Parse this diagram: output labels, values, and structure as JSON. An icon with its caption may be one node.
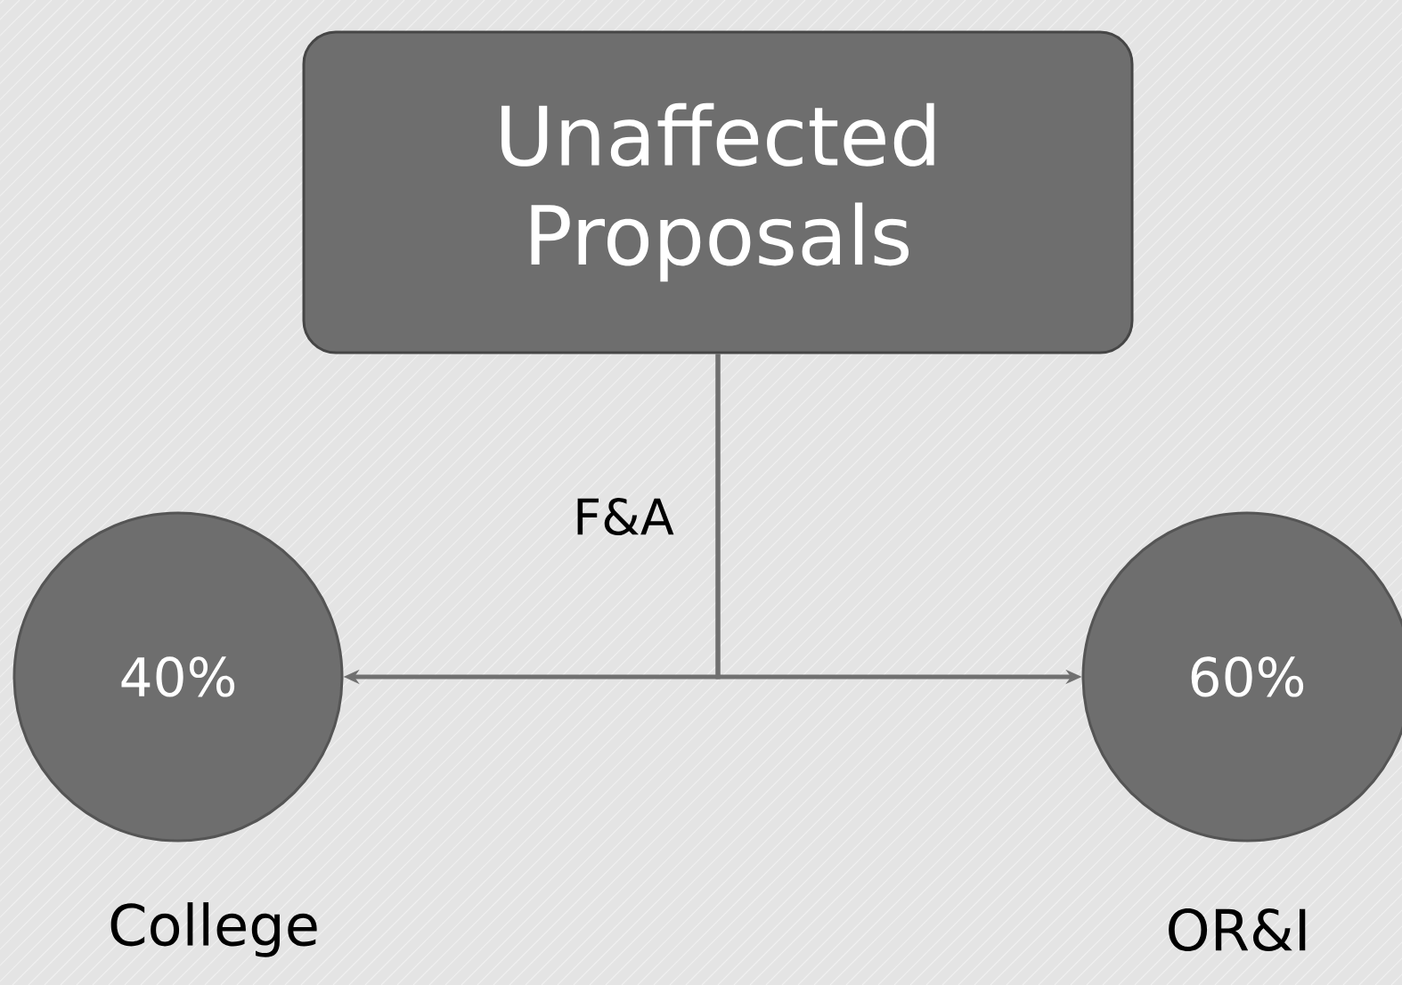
{
  "diagram": {
    "nodes": [
      {
        "text": [
          "Unaffected Proposals"
        ]
      },
      {
        "text": [
          "40%"
        ],
        "beside": [
          "College"
        ]
      },
      {
        "text": [
          "60%"
        ],
        "beside": [
          "OR&I"
        ]
      }
    ],
    "edges": [
      {
        "from": 0,
        "to": 1,
        "arrow": "to"
      },
      {
        "from": 0,
        "to": 2,
        "arrow": "to"
      }
    ],
    "labels": [
      "F&A"
    ]
  }
}
